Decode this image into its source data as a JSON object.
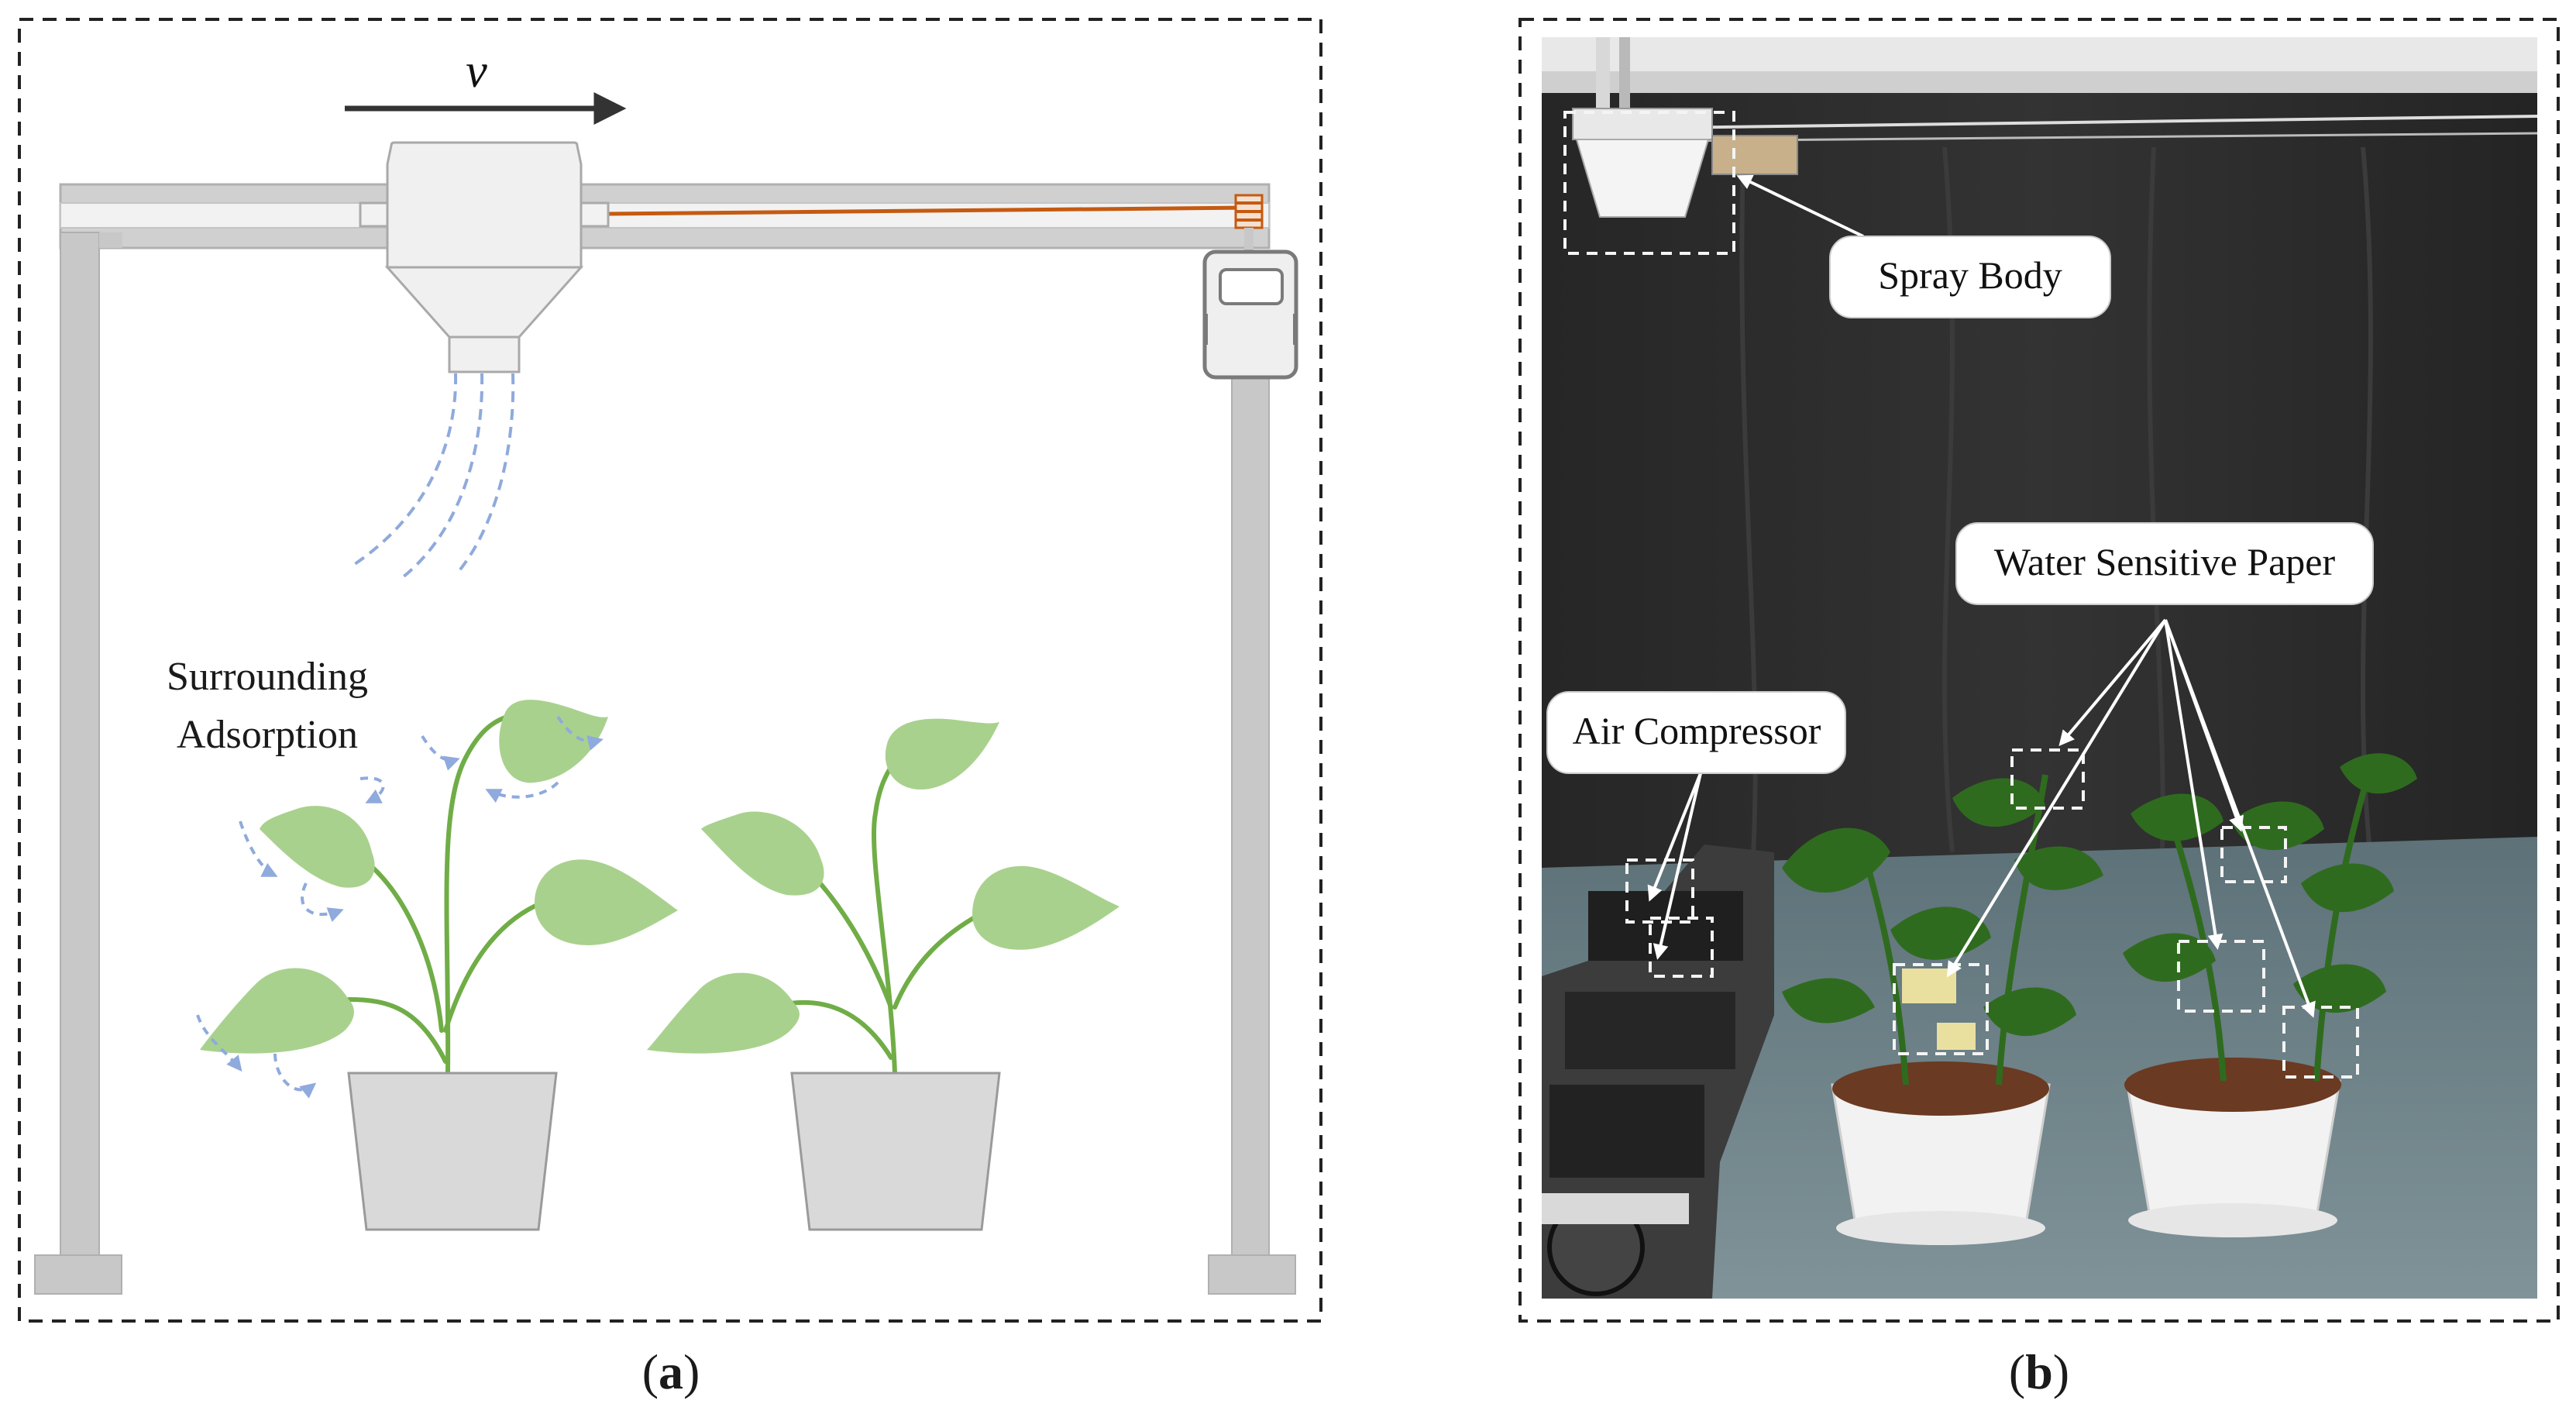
{
  "panel_a": {
    "caption_letter": "a",
    "velocity_symbol": "v",
    "annotation_line1": "Surrounding",
    "annotation_line2": "Adsorption"
  },
  "panel_b": {
    "caption_letter": "b",
    "labels": {
      "spray_body": "Spray Body",
      "water_sensitive_paper": "Water Sensitive Paper",
      "air_compressor": "Air Compressor"
    }
  },
  "colors": {
    "frame": "#c9c9c9",
    "frame_dark": "#b8b8b8",
    "leaf": "#a9d18e",
    "stem": "#70ad47",
    "pot": "#d9d9d9",
    "flow": "#8faadc",
    "wire": "#c55a11",
    "curtain": "#2b2b2b",
    "floor": "#6b7f86"
  }
}
